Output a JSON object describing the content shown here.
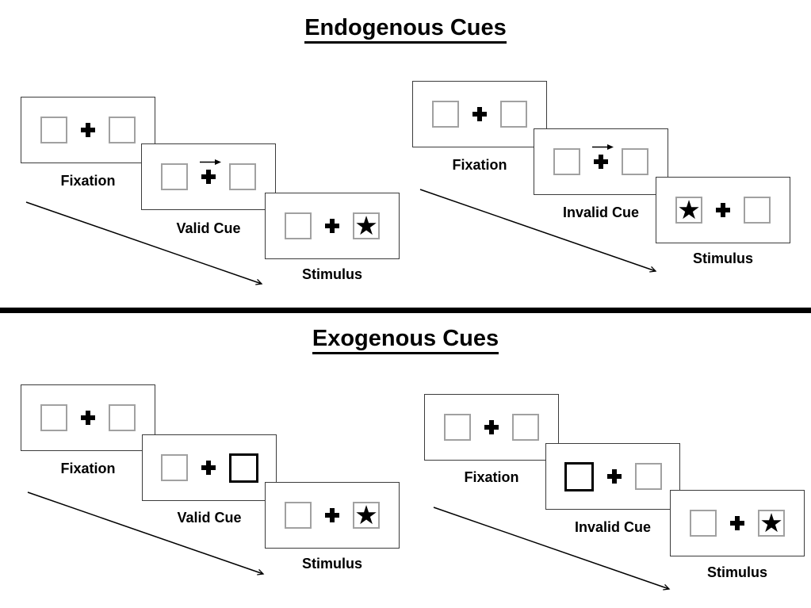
{
  "colors": {
    "background": "#ffffff",
    "ink": "#000000",
    "panel_border": "#3b3b3b",
    "box_border": "#a1a1a1"
  },
  "symbols": {
    "star": "★"
  },
  "sections": [
    {
      "title": "Endogenous Cues",
      "trials": [
        {
          "name": "valid",
          "panels": [
            {
              "label": "Fixation",
              "left_box": "empty",
              "center": "fixation-cross",
              "right_box": "empty"
            },
            {
              "label": "Valid Cue",
              "left_box": "empty",
              "center": "fixation-cross",
              "arrow_direction": "right",
              "right_box": "empty"
            },
            {
              "label": "Stimulus",
              "left_box": "empty",
              "center": "fixation-cross",
              "right_box": "star",
              "star_side": "right"
            }
          ]
        },
        {
          "name": "invalid",
          "panels": [
            {
              "label": "Fixation",
              "left_box": "empty",
              "center": "fixation-cross",
              "right_box": "empty"
            },
            {
              "label": "Invalid Cue",
              "left_box": "empty",
              "center": "fixation-cross",
              "arrow_direction": "right",
              "right_box": "empty"
            },
            {
              "label": "Stimulus",
              "left_box": "star",
              "center": "fixation-cross",
              "right_box": "empty",
              "star_side": "left"
            }
          ]
        }
      ]
    },
    {
      "title": "Exogenous Cues",
      "trials": [
        {
          "name": "valid",
          "panels": [
            {
              "label": "Fixation",
              "left_box": "empty",
              "center": "fixation-cross",
              "right_box": "empty"
            },
            {
              "label": "Valid Cue",
              "left_box": "empty",
              "center": "fixation-cross",
              "right_box": "highlighted",
              "highlighted_box": "right"
            },
            {
              "label": "Stimulus",
              "left_box": "empty",
              "center": "fixation-cross",
              "right_box": "star",
              "star_side": "right"
            }
          ]
        },
        {
          "name": "invalid",
          "panels": [
            {
              "label": "Fixation",
              "left_box": "empty",
              "center": "fixation-cross",
              "right_box": "empty"
            },
            {
              "label": "Invalid Cue",
              "left_box": "highlighted",
              "center": "fixation-cross",
              "right_box": "empty",
              "highlighted_box": "left"
            },
            {
              "label": "Stimulus",
              "left_box": "empty",
              "center": "fixation-cross",
              "right_box": "star",
              "star_side": "right"
            }
          ]
        }
      ]
    }
  ]
}
